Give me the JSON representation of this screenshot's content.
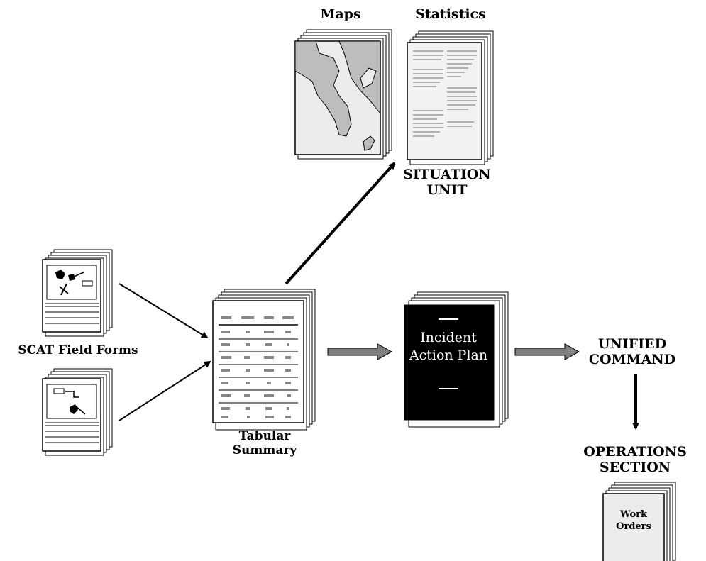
{
  "labels": {
    "maps": "Maps",
    "statistics": "Statistics",
    "situation_unit": "SITUATION UNIT",
    "scat_field_forms": "SCAT Field Forms",
    "tabular_summary": "Tabular Summary",
    "incident_action_plan": "Incident Action Plan",
    "unified_command": "UNIFIED COMMAND",
    "operations_section": "OPERATIONS SECTION",
    "work_orders": "Work Orders"
  },
  "colors": {
    "ink": "#000000",
    "paper": "#ffffff",
    "map_land": "#bdbdbd",
    "map_sea": "#ececec",
    "arrow_gray": "#808080",
    "iap_fill": "#000000"
  }
}
